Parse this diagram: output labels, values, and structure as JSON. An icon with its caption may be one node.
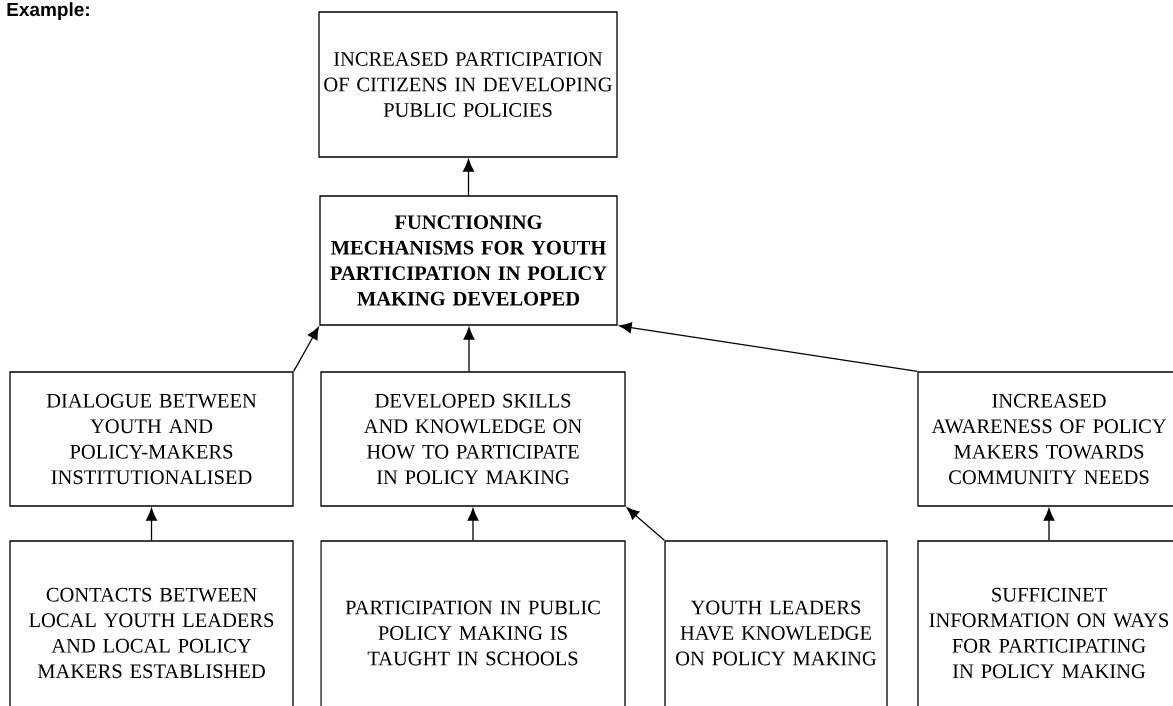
{
  "diagram": {
    "title": "Example:",
    "nodes": [
      {
        "text": [
          "INCREASED PARTICIPATION OF CITIZENS IN DEVELOPING PUBLIC POLICIES"
        ]
      },
      {
        "text": [
          "FUNCTIONING MECHANISMS FOR YOUTH PARTICIPATION IN POLICY MAKING DEVELOPED"
        ]
      },
      {
        "text": [
          "DIALOGUE BETWEEN YOUTH AND POLICY-MAKERS INSTITUTIONALISED"
        ]
      },
      {
        "text": [
          "DEVELOPED SKILLS AND KNOWLEDGE ON HOW TO PARTICIPATE IN POLICY MAKING"
        ]
      },
      {
        "text": [
          "INCREASED AWARENESS OF POLICY MAKERS TOWARDS COMMUNITY NEEDS"
        ]
      },
      {
        "text": [
          "CONTACTS BETWEEN LOCAL YOUTH LEADERS AND LOCAL POLICY MAKERS ESTABLISHED"
        ]
      },
      {
        "text": [
          "PARTICIPATION IN PUBLIC POLICY MAKING IS TAUGHT IN SCHOOLS"
        ]
      },
      {
        "text": [
          "YOUTH LEADERS HAVE KNOWLEDGE ON POLICY MAKING"
        ]
      },
      {
        "text": [
          "SUFFICINET INFORMATION ON WAYS FOR PARTICIPATING IN POLICY MAKING"
        ]
      }
    ],
    "edges": [
      {
        "from": 1,
        "to": 0,
        "arrow": "to"
      },
      {
        "from": 2,
        "to": 1,
        "arrow": "to"
      },
      {
        "from": 3,
        "to": 1,
        "arrow": "to"
      },
      {
        "from": 4,
        "to": 1,
        "arrow": "to"
      },
      {
        "from": 5,
        "to": 2,
        "arrow": "to"
      },
      {
        "from": 6,
        "to": 3,
        "arrow": "to"
      },
      {
        "from": 7,
        "to": 3,
        "arrow": "to"
      },
      {
        "from": 8,
        "to": 4,
        "arrow": "to"
      }
    ]
  }
}
